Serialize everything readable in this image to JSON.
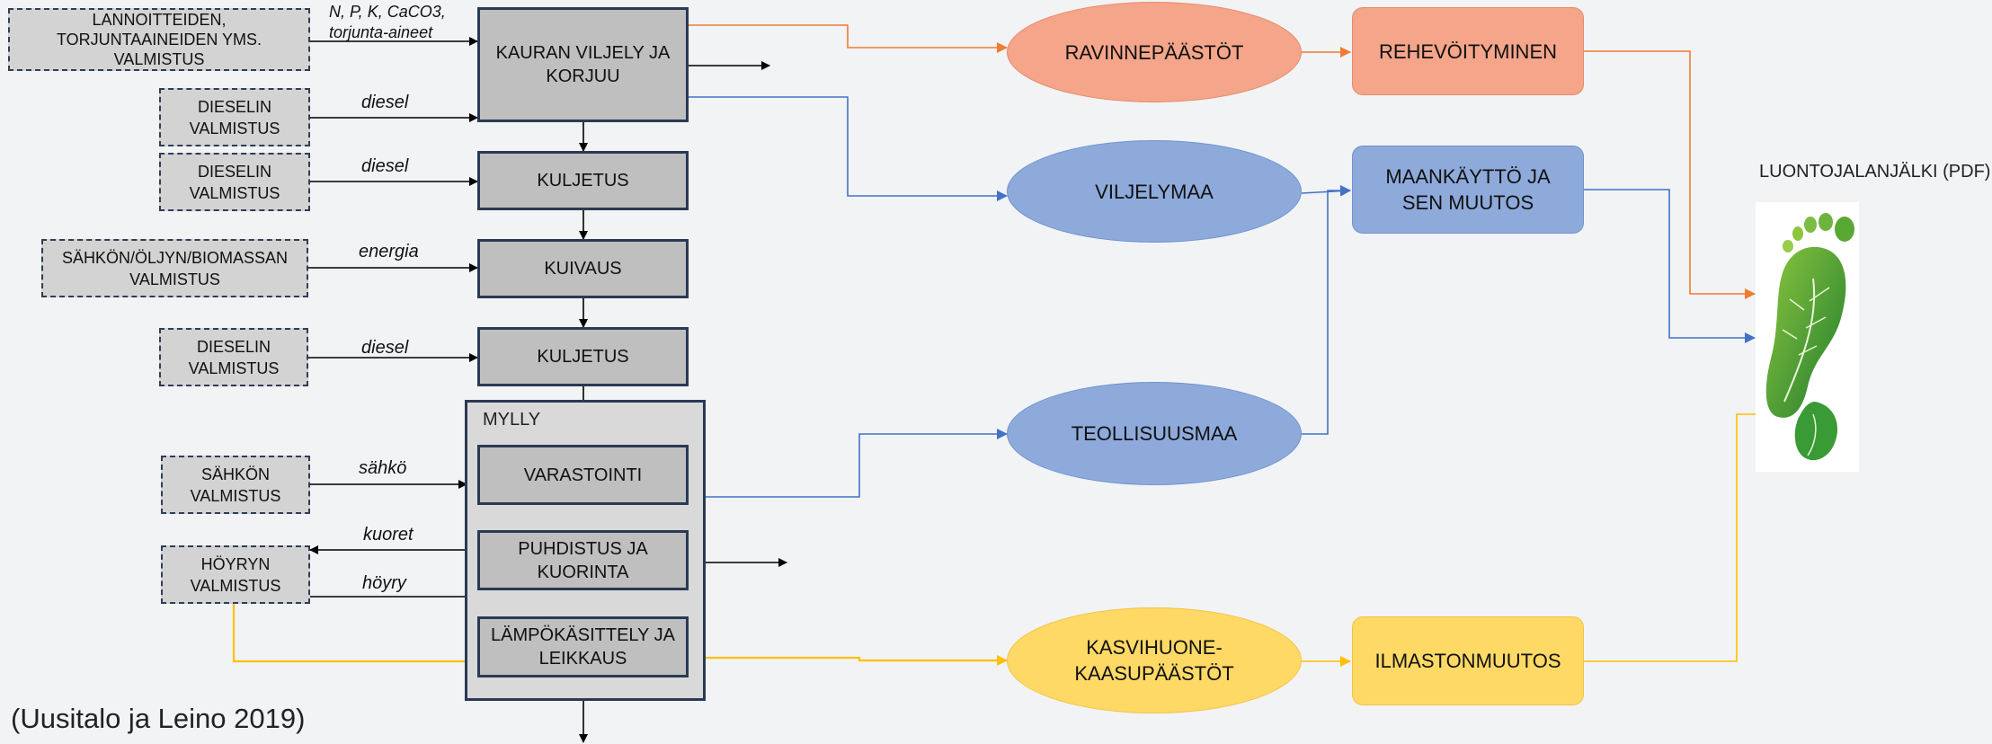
{
  "colors": {
    "orange": "#ed7d31",
    "blue": "#4472c4",
    "yellow": "#ffc000",
    "black": "#000000"
  },
  "inputs": {
    "lannoitteet": "LANNOITTEIDEN,\nTORJUNTAAINEIDEN YMS.\nVALMISTUS",
    "diesel1": "DIESELIN\nVALMISTUS",
    "diesel2": "DIESELIN\nVALMISTUS",
    "sahko_oljy": "SÄHKÖN/ÖLJYN/BIOMASSAN\nVALMISTUS",
    "diesel3": "DIESELIN\nVALMISTUS",
    "sahko": "SÄHKÖN\nVALMISTUS",
    "hoyry": "HÖYRYN\nVALMISTUS"
  },
  "flow_labels": {
    "npk": "N, P, K, CaCO3,\ntorjunta-aineet",
    "diesel1": "diesel",
    "diesel2": "diesel",
    "energia": "energia",
    "diesel3": "diesel",
    "sahko": "sähkö",
    "kuoret": "kuoret",
    "hoyry": "höyry"
  },
  "process": {
    "viljely": "KAURAN VILJELY JA\nKORJUU",
    "kuljetus1": "KULJETUS",
    "kuivaus": "KUIVAUS",
    "kuljetus2": "KULJETUS",
    "mylly_label": "MYLLY",
    "varastointi": "VARASTOINTI",
    "puhdistus": "PUHDISTUS JA\nKUORINTA",
    "lampo": "LÄMPÖKÄSITTELY JA\nLEIKKAUS"
  },
  "impacts": {
    "ravinne": "RAVINNEPÄÄSTÖT",
    "viljelymaa": "VILJELYMAA",
    "teollisuusmaa": "TEOLLISUUSMAA",
    "kasvihuone": "KASVIHUONE-\nKAASUPÄÄSTÖT"
  },
  "effects": {
    "rehevoityminen": "REHEVÖITYMINEN",
    "maankaytto": "MAANKÄYTTÖ JA\nSEN MUUTOS",
    "ilmastonmuutos": "ILMASTONMUUTOS"
  },
  "footprint": {
    "label": "LUONTOJALANJÄLKI (PDF)",
    "icon": "footprint-leaf-icon"
  },
  "citation": "(Uusitalo ja Leino 2019)"
}
